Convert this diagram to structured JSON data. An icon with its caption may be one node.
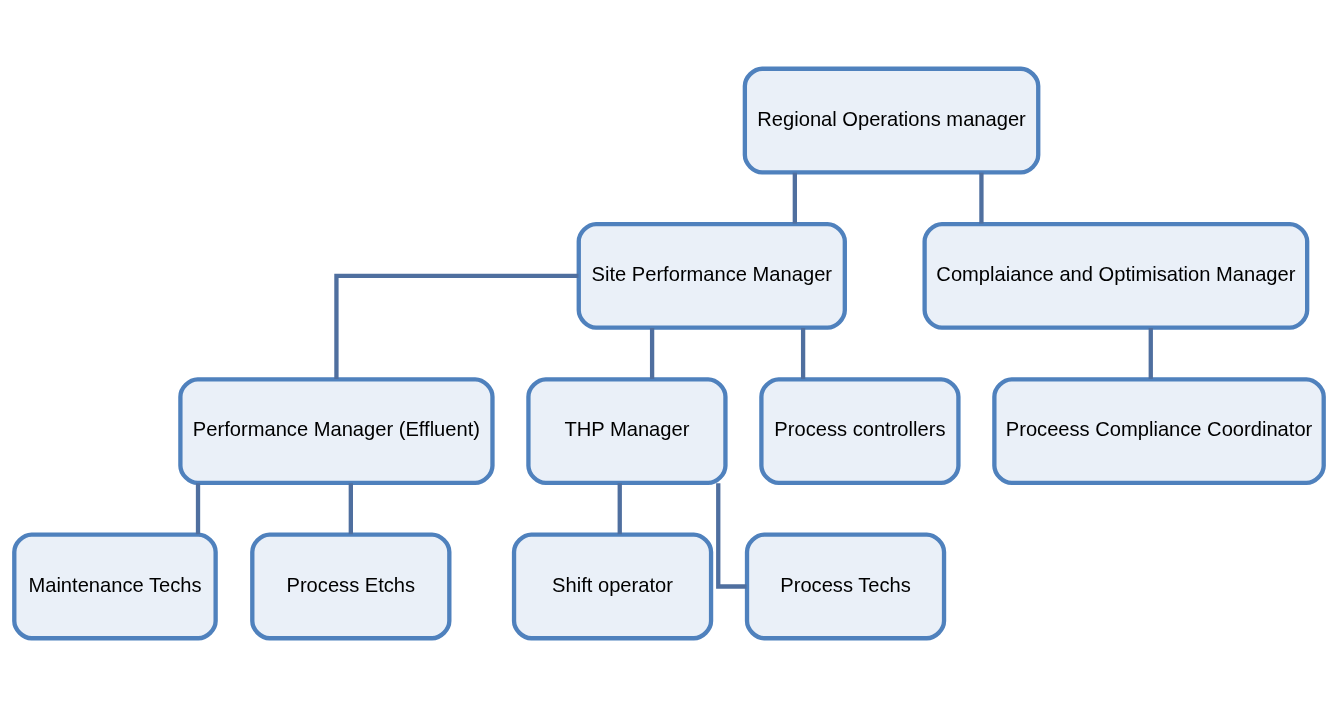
{
  "diagram": {
    "nodes": [
      {
        "text": [
          "Regional Operations manager"
        ]
      },
      {
        "text": [
          "Site Performance Manager"
        ]
      },
      {
        "text": [
          "Complaiance and Optimisation Manager"
        ]
      },
      {
        "text": [
          "Performance Manager (Effluent)"
        ]
      },
      {
        "text": [
          "THP Manager"
        ]
      },
      {
        "text": [
          "Process controllers"
        ]
      },
      {
        "text": [
          "Proceess Compliance Coordinator"
        ]
      },
      {
        "text": [
          "Maintenance Techs"
        ]
      },
      {
        "text": [
          "Process Etchs"
        ]
      },
      {
        "text": [
          "Shift operator"
        ]
      },
      {
        "text": [
          "Process Techs"
        ]
      }
    ],
    "edges": [
      {
        "from": 0,
        "to": 1,
        "arrow": "none"
      },
      {
        "from": 0,
        "to": 2,
        "arrow": "none"
      },
      {
        "from": 1,
        "to": 3,
        "arrow": "none"
      },
      {
        "from": 1,
        "to": 4,
        "arrow": "none"
      },
      {
        "from": 1,
        "to": 5,
        "arrow": "none"
      },
      {
        "from": 2,
        "to": 6,
        "arrow": "none"
      },
      {
        "from": 3,
        "to": 7,
        "arrow": "none"
      },
      {
        "from": 3,
        "to": 8,
        "arrow": "none"
      },
      {
        "from": 4,
        "to": 9,
        "arrow": "none"
      },
      {
        "from": 4,
        "to": 10,
        "arrow": "none"
      }
    ]
  }
}
